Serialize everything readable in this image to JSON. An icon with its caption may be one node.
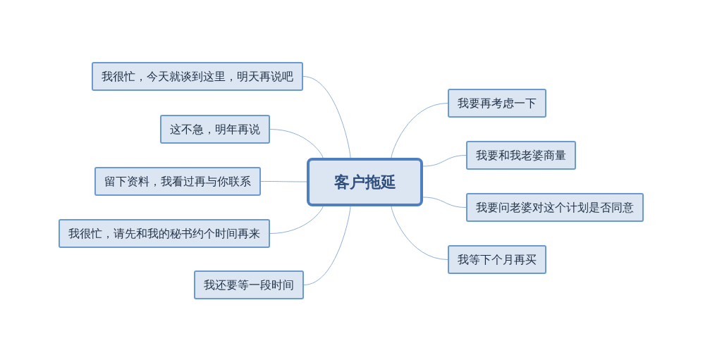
{
  "diagram": {
    "nodes": [
      {
        "text": [
          "客户拖延"
        ]
      },
      {
        "text": [
          "我很忙，今天就谈到这里，明天再说吧"
        ]
      },
      {
        "text": [
          "这不急，明年再说"
        ]
      },
      {
        "text": [
          "留下资料，我看过再与你联系"
        ]
      },
      {
        "text": [
          "我很忙，请先和我的秘书约个时间再来"
        ]
      },
      {
        "text": [
          "我还要等一段时间"
        ]
      },
      {
        "text": [
          "我要再考虑一下"
        ]
      },
      {
        "text": [
          "我要和我老婆商量"
        ]
      },
      {
        "text": [
          "我要问老婆对这个计划是否同意"
        ]
      },
      {
        "text": [
          "我等下个月再买"
        ]
      }
    ],
    "edges": [
      {
        "from": 0,
        "to": 1,
        "arrow": "none"
      },
      {
        "from": 0,
        "to": 2,
        "arrow": "none"
      },
      {
        "from": 0,
        "to": 3,
        "arrow": "none"
      },
      {
        "from": 0,
        "to": 4,
        "arrow": "none"
      },
      {
        "from": 0,
        "to": 5,
        "arrow": "none"
      },
      {
        "from": 0,
        "to": 6,
        "arrow": "none"
      },
      {
        "from": 0,
        "to": 7,
        "arrow": "none"
      },
      {
        "from": 0,
        "to": 8,
        "arrow": "none"
      },
      {
        "from": 0,
        "to": 9,
        "arrow": "none"
      }
    ]
  }
}
